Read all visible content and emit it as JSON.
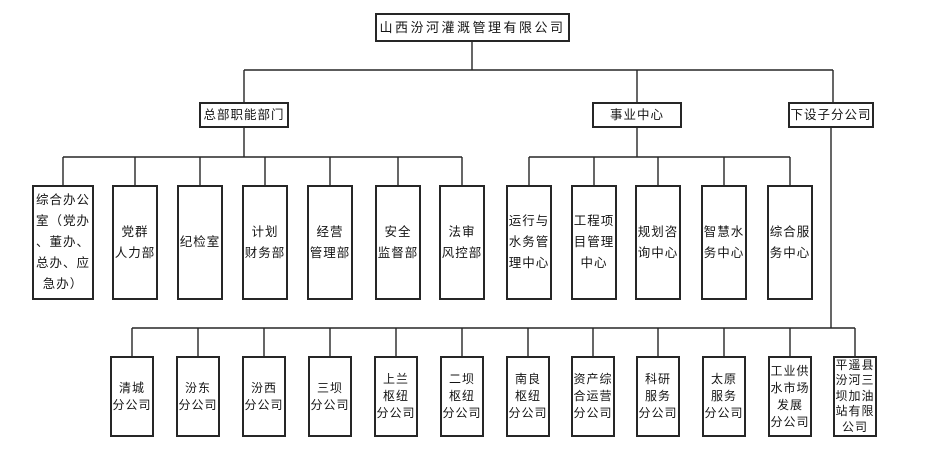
{
  "company": {
    "name": "山西汾河灌溉管理有限公司"
  },
  "level2": {
    "hq": "总部职能部门",
    "business": "事业中心",
    "subsidiaries": "下设子分公司"
  },
  "hq_departments": [
    {
      "label": "综合办公\n室（党办\n、董办、\n总办、应\n急办）"
    },
    {
      "label": "党群\n人力部"
    },
    {
      "label": "纪检室"
    },
    {
      "label": "计划\n财务部"
    },
    {
      "label": "经营\n管理部"
    },
    {
      "label": "安全\n监督部"
    },
    {
      "label": "法审\n风控部"
    }
  ],
  "business_centers": [
    {
      "label": "运行与\n水务管\n理中心"
    },
    {
      "label": "工程项\n目管理\n中心"
    },
    {
      "label": "规划咨\n询中心"
    },
    {
      "label": "智慧水\n务中心"
    },
    {
      "label": "综合服\n务中心"
    }
  ],
  "branch_companies": [
    {
      "label": "清城\n分公司"
    },
    {
      "label": "汾东\n分公司"
    },
    {
      "label": "汾西\n分公司"
    },
    {
      "label": "三坝\n分公司"
    },
    {
      "label": "上兰\n枢纽\n分公司"
    },
    {
      "label": "二坝\n枢纽\n分公司"
    },
    {
      "label": "南良\n枢纽\n分公司"
    },
    {
      "label": "资产综\n合运营\n分公司"
    },
    {
      "label": "科研\n服务\n分公司"
    },
    {
      "label": "太原\n服务\n分公司"
    },
    {
      "label": "工业供\n水市场\n发展\n分公司"
    },
    {
      "label": "平遥县\n汾河三\n坝加油\n站有限\n公司"
    }
  ],
  "colors": {
    "line": "#262626",
    "box_border": "#262626",
    "background": "#ffffff",
    "text": "#141414"
  }
}
